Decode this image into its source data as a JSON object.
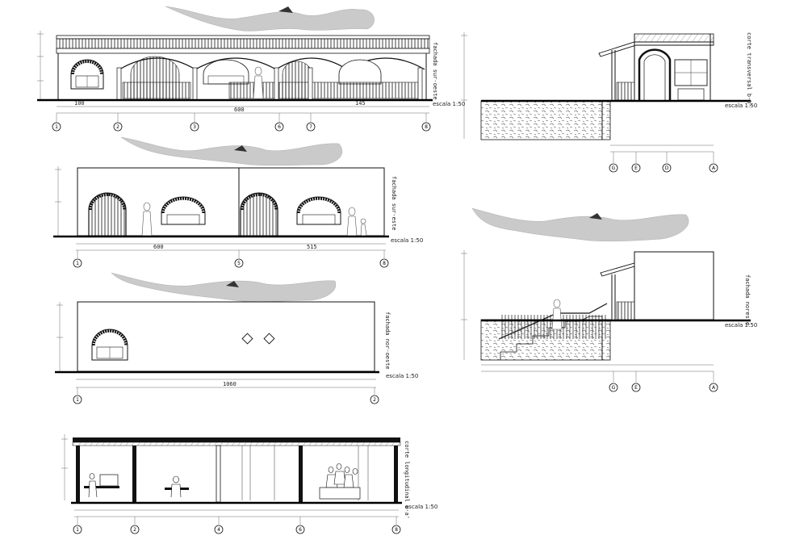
{
  "drawings": {
    "fachada_sur_oeste": {
      "title": "fachada sur-oeste",
      "scale": "escala 1:50",
      "axes": [
        "1",
        "2",
        "3",
        "6",
        "7",
        "8"
      ]
    },
    "fachada_sur_este": {
      "title": "fachada sur-este",
      "scale": "escala 1:50",
      "axes": [
        "1",
        "5",
        "8"
      ]
    },
    "fachada_nor_oeste": {
      "title": "fachada nor-oeste",
      "scale": "escala 1:50",
      "axes": [
        "1",
        "2"
      ]
    },
    "corte_longitudinal": {
      "title": "corte longitudinal a-a'",
      "scale": "escala 1:50",
      "axes": [
        "1",
        "2",
        "4",
        "6",
        "8"
      ]
    },
    "corte_transversal": {
      "title": "corte transversal b-b'",
      "scale": "escala 1:50",
      "axes": [
        "G",
        "E",
        "D",
        "A"
      ]
    },
    "fachada_noreste": {
      "title": "fachada noreste",
      "scale": "escala 1:50",
      "axes": [
        "G",
        "E",
        "A"
      ]
    }
  }
}
